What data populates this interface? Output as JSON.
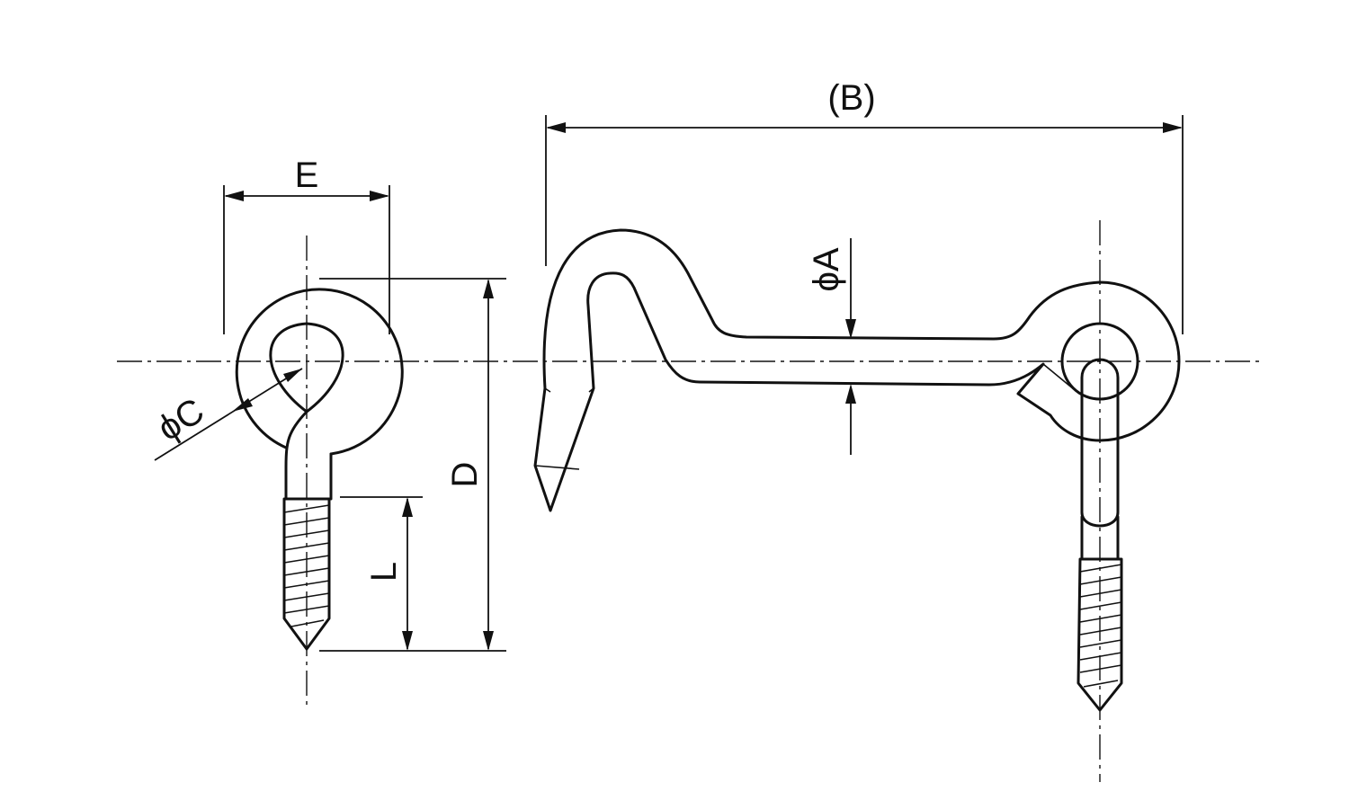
{
  "labels": {
    "length_overall": "(B)",
    "eye_width": "E",
    "wire_diameter": "ϕA",
    "eye_inner_diameter": "ϕC",
    "total_height": "D",
    "thread_length": "L"
  }
}
